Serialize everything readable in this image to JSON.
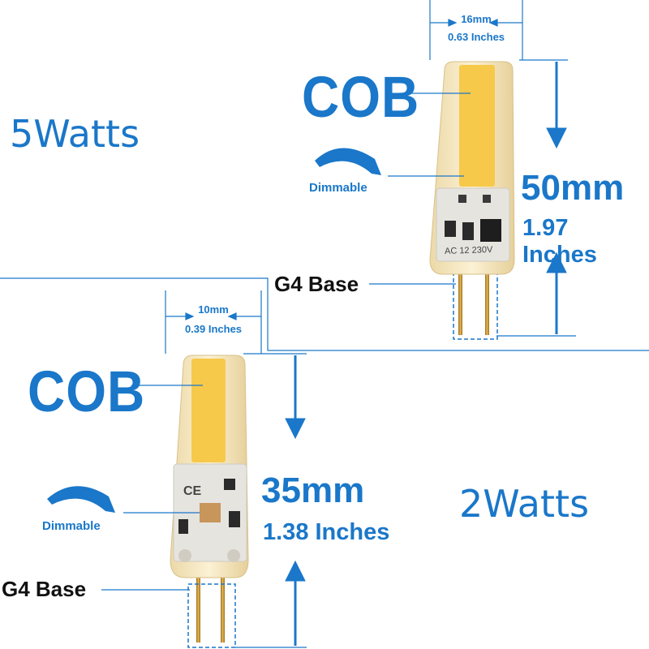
{
  "colors": {
    "accent": "#1a77c9",
    "cob_yellow": "#f7c94a",
    "pin_gold": "#c8962e",
    "silicone": "#f5e6c0",
    "pcb": "#e8e8e8"
  },
  "top_bulb": {
    "power": "5Watts",
    "cob_label": "COB",
    "dimmable_label": "Dimmable",
    "width_mm": "16mm",
    "width_in": "0.63 Inches",
    "height_mm": "50mm",
    "height_in": "1.97 Inches",
    "base_label": "G4 Base",
    "pcb_print": "AC 12 230V"
  },
  "bottom_bulb": {
    "power": "2Watts",
    "cob_label": "COB",
    "dimmable_label": "Dimmable",
    "width_mm": "10mm",
    "width_in": "0.39 Inches",
    "height_mm": "35mm",
    "height_in": "1.38 Inches",
    "base_label": "G4 Base"
  }
}
